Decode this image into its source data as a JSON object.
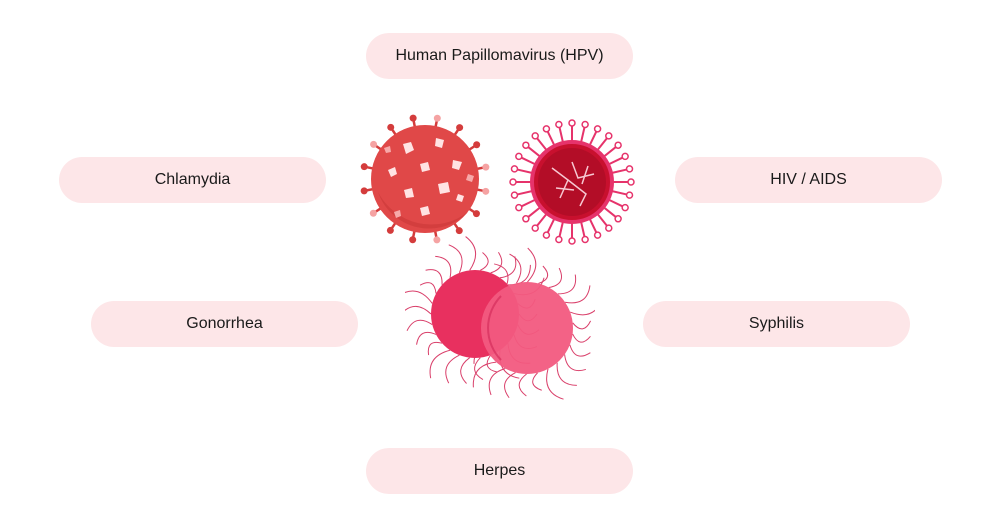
{
  "labels": {
    "hpv": "Human Papillomavirus (HPV)",
    "chlamydia": "Chlamydia",
    "hiv": "HIV / AIDS",
    "gonorrhea": "Gonorrhea",
    "syphilis": "Syphilis",
    "herpes": "Herpes"
  },
  "colors": {
    "pill_background": "#fde6e8",
    "virus_red": "#e04848",
    "hiv_crimson": "#c8102e",
    "bacteria_pink": "#f0436e"
  },
  "illustrations": [
    "spiky-virus-icon",
    "hiv-virus-icon",
    "diplococcus-bacteria-icon"
  ]
}
